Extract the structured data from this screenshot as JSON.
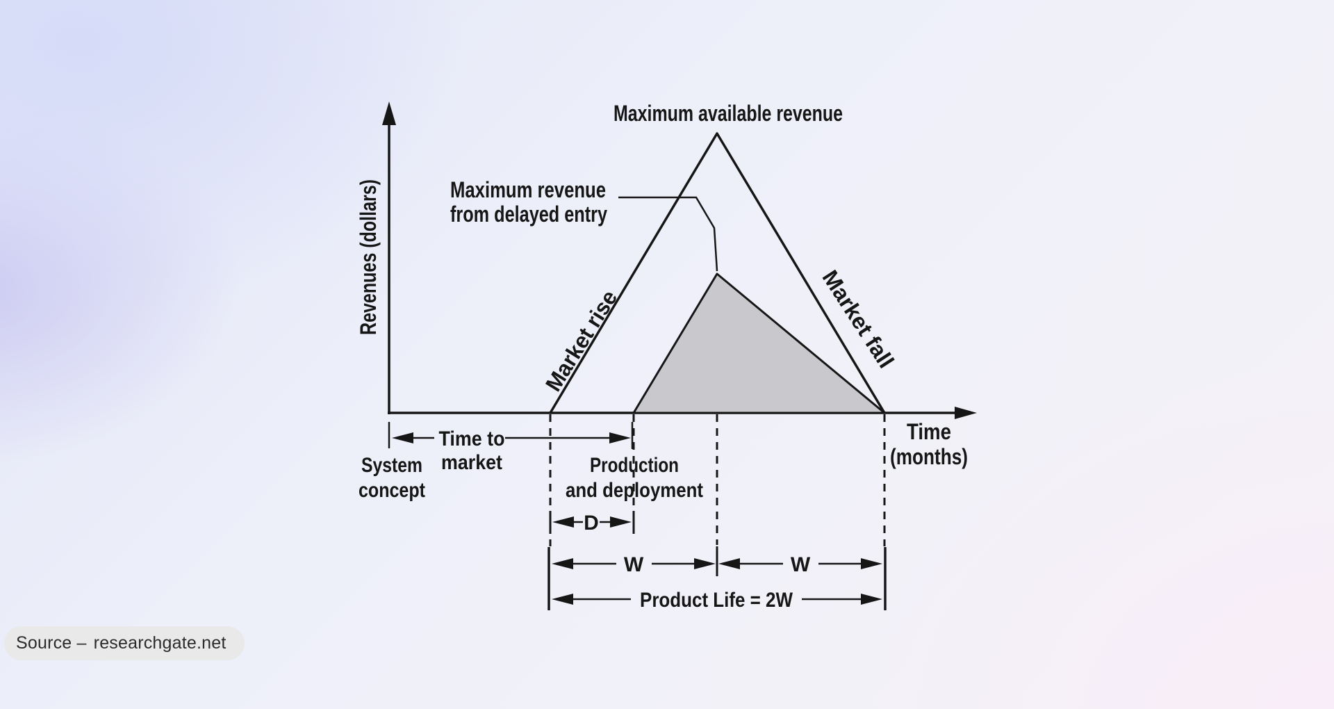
{
  "diagram": {
    "max_available_revenue": "Maximum available revenue",
    "delayed_entry_line1": "Maximum revenue",
    "delayed_entry_line2": "from delayed entry",
    "y_axis_label": "Revenues (dollars)",
    "x_axis_label_line1": "Time",
    "x_axis_label_line2": "(months)",
    "market_rise": "Market rise",
    "market_fall": "Market fall",
    "system_concept_line1": "System",
    "system_concept_line2": "concept",
    "time_to_market_line1": "Time to",
    "time_to_market_line2": "market",
    "production_line1": "Production",
    "production_line2": "and deployment",
    "dim_d": "D",
    "dim_w_left": "W",
    "dim_w_right": "W",
    "product_life": "Product Life = 2W"
  },
  "source": {
    "prefix": "Source –",
    "site": "researchgate.net"
  },
  "colors": {
    "line": "#161616",
    "text": "#161616",
    "shaded_fill": "#c9c9cd",
    "pill_bg": "#e9e9ea",
    "pill_text": "#2b2b2b"
  }
}
